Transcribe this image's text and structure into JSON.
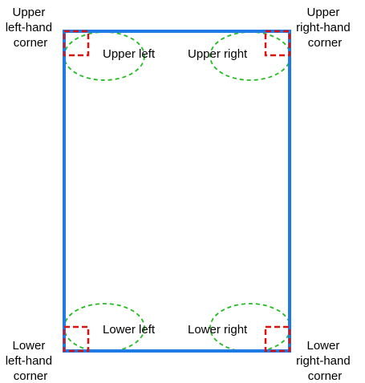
{
  "labels": {
    "upper_left_corner": [
      "Upper",
      "left-hand",
      "corner"
    ],
    "upper_right_corner": [
      "Upper",
      "right-hand",
      "corner"
    ],
    "lower_left_corner": [
      "Lower",
      "left-hand",
      "corner"
    ],
    "lower_right_corner": [
      "Lower",
      "right-hand",
      "corner"
    ],
    "upper_left": "Upper left",
    "upper_right": "Upper right",
    "lower_left": "Lower left",
    "lower_right": "Lower right"
  },
  "colors": {
    "frame": "#1e7be6",
    "corner_box": "#e01010",
    "region_ellipse": "#22bb22",
    "text": "#000000"
  }
}
